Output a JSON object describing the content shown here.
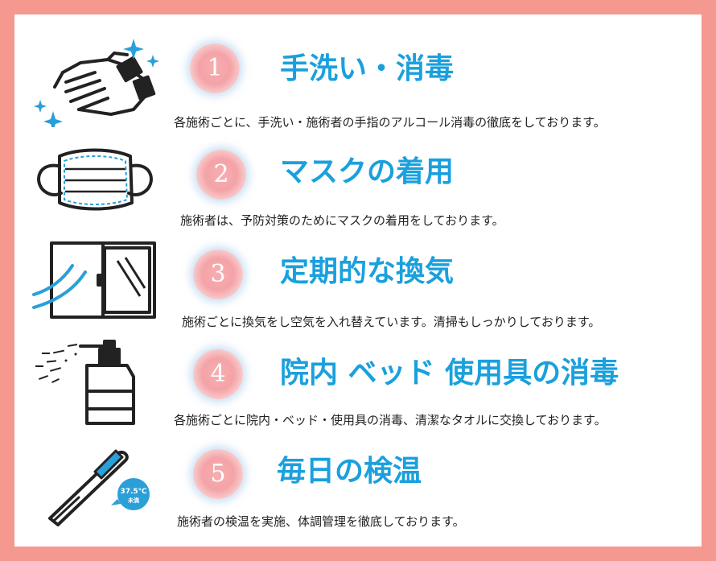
{
  "colors": {
    "frame": "#f59890",
    "title": "#1aa0dd",
    "text": "#222222",
    "badge": "#f4a3a7",
    "icon_accent": "#2a9fd8"
  },
  "items": [
    {
      "number": "1",
      "title": "手洗い・消毒",
      "desc": "各施術ごとに、手洗い・施術者の手指のアルコール消毒の徹底をしております。",
      "icon": "hand-washing-icon"
    },
    {
      "number": "2",
      "title": "マスクの着用",
      "desc": "施術者は、予防対策のためにマスクの着用をしております。",
      "icon": "face-mask-icon"
    },
    {
      "number": "3",
      "title": "定期的な換気",
      "desc": "施術ごとに換気をし空気を入れ替えています。清掃もしっかりしております。",
      "icon": "window-ventilation-icon"
    },
    {
      "number": "4",
      "title": "院内 ベッド 使用具の消毒",
      "desc": "各施術ごとに院内・ベッド・使用具の消毒、清潔なタオルに交換しております。",
      "icon": "spray-bottle-icon"
    },
    {
      "number": "5",
      "title": "毎日の検温",
      "desc": "施術者の検温を実施、体調管理を徹底しております。",
      "icon": "thermometer-icon"
    }
  ],
  "thermometer": {
    "reading": "37.5℃",
    "note": "未満"
  }
}
